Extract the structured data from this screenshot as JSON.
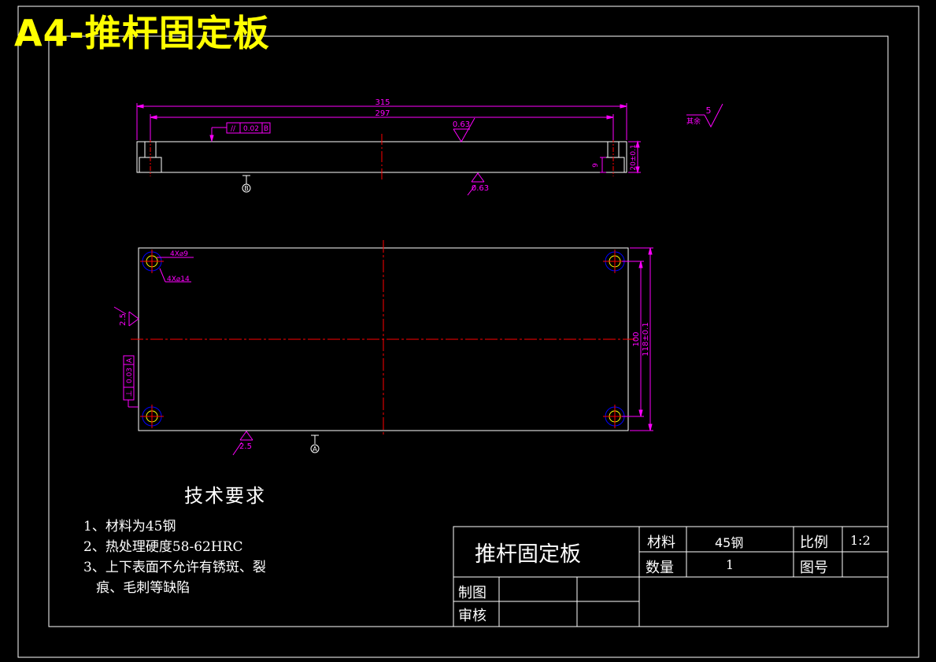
{
  "sheet_title": "A4-推杆固定板",
  "dimensions": {
    "overall_length": "315",
    "hole_spacing": "297",
    "flatness_symbol": "//",
    "flatness_value": "0.02",
    "flatness_datum": "B",
    "rough_top": "0.63",
    "rough_bottom": "0.63",
    "datum_b": "B",
    "thickness_total": "20±0.1",
    "counterbore_depth": "9",
    "hole_small": "4X⌀9",
    "hole_large": "4X⌀14",
    "rough_side": "2.5",
    "rough_plan": "2.5",
    "datum_a": "A",
    "perp_symbol": "⊥",
    "perp_value": "0.03",
    "perp_datum": "A",
    "width_inner": "100",
    "width_outer": "118±0.1",
    "rough_rest_label": "其余",
    "rough_rest_value": "5"
  },
  "tech_requirements": {
    "heading": "技术要求",
    "items": [
      "1、材料为45钢",
      "2、热处理硬度58-62HRC",
      "3、上下表面不允许有锈斑、裂",
      "   痕、毛刺等缺陷"
    ]
  },
  "title_block": {
    "part_name": "推杆固定板",
    "material_label": "材料",
    "material_value": "45钢",
    "scale_label": "比例",
    "scale_value": "1:2",
    "quantity_label": "数量",
    "quantity_value": "1",
    "drawing_no_label": "图号",
    "drawing_no_value": "",
    "drawn_label": "制图",
    "checked_label": "审核"
  },
  "colors": {
    "background": "#000000",
    "outline": "#ffffff",
    "dimension": "#ff00ff",
    "centerline": "#ff0000",
    "hole_outer": "#0000ff",
    "hole_inner": "#ffff00",
    "title": "#ffff00"
  }
}
